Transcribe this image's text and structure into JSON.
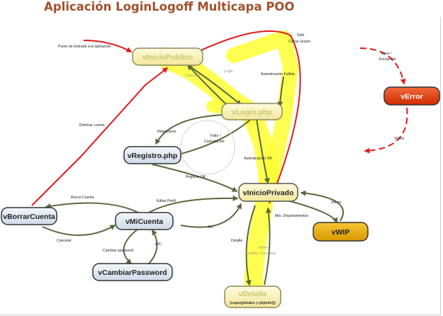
{
  "title": "Aplicación LoginLogoff Multicapa POO",
  "nodes": {
    "vInicioPublico": "vInicioPublico",
    "vLogin": "vLogin.php",
    "vRegistro": "vRegistro.php",
    "vInicioPrivado": "vInicioPrivado",
    "vBorrarCuenta": "vBorrarCuenta",
    "vMiCuenta": "vMiCuenta",
    "vCambiarPassword": "vCambiarPassword",
    "vWIP": "vWIP",
    "vError": "vError",
    "vDetalle": "vDetalle",
    "vDetalle_sub": "(superglobales y phpinfo())"
  },
  "labels": {
    "entry": "Punto de Entrada a la aplicación",
    "salir_1": "Salir",
    "salir_2": "Cerrar sesión",
    "cancelar_top": "Cancelar",
    "login": "Login",
    "auth_fail": "Autenticación Fallida",
    "error_1": "Error /",
    "error_2": "Excepción",
    "eliminar": "Eliminar cuente",
    "registrarse": "Registrarse",
    "fallo_1": "Fallo /",
    "fallo_2": "Cancelación",
    "volver_error": "Volver",
    "auth_ok": "Autenticación OK",
    "registro_ok": "Registro OK",
    "borrar": "Borrar Cuenta",
    "editar": "Editar Perfil",
    "volver_wip": "Volver",
    "mto": "Mto. Departamentos",
    "ac_1": "A/C",
    "cancelar_left": "Cancelar",
    "detalle": "Detalle",
    "cambiar": "Cambiar password",
    "ac_2": "A/C",
    "volver_det_1": "Volver",
    "volver_det_2": "Aceptar / Cancelar"
  },
  "colors": {
    "title": "#a0522d",
    "highlight": "#ffff33",
    "yellow_node": "#fbf3b4",
    "blue_node": "#dfe8f2",
    "error_node": "#e8400c",
    "wip_node": "#e6a800",
    "arrow_green": "#586a3c",
    "arrow_red": "#e01b1b"
  }
}
